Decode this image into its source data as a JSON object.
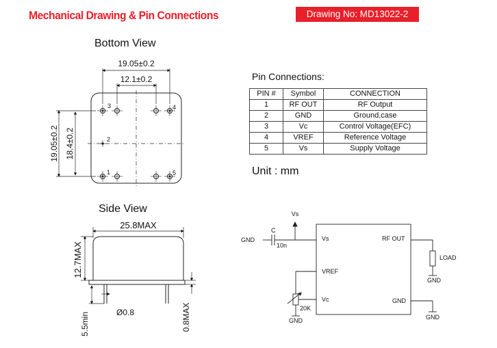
{
  "header": {
    "title": "Mechanical Drawing & Pin Connections",
    "drawing_no": "Drawing No: MD13022-2"
  },
  "bottom_view": {
    "title": "Bottom View",
    "dim_width_outer": "19.05±0.2",
    "dim_width_inner": "12.1±0.2",
    "dim_height_outer": "19.05±0.2",
    "dim_height_inner": "18.4±0.2",
    "pin_labels": [
      "1",
      "2",
      "3",
      "4",
      "5"
    ]
  },
  "side_view": {
    "title": "Side View",
    "dim_length": "25.8MAX",
    "dim_height": "12.7MAX",
    "dim_pin_length": "5.5min",
    "dim_pin_diameter": "Ø0.8",
    "dim_standoff": "0.8MAX"
  },
  "pin_connections": {
    "title": "Pin Connections:",
    "headers": [
      "PIN #",
      "Symbol",
      "CONNECTION"
    ],
    "rows": [
      [
        "1",
        "RF OUT",
        "RF Output"
      ],
      [
        "2",
        "GND",
        "Ground,case"
      ],
      [
        "3",
        "Vc",
        "Control Voltage(EFC)"
      ],
      [
        "4",
        "VREF",
        "Reference Voltage"
      ],
      [
        "5",
        "Vs",
        "Supply Voltage"
      ]
    ]
  },
  "unit": "Unit :  mm",
  "schematic": {
    "vs_top": "Vs",
    "cap_label": "C",
    "cap_value": "10n",
    "gnd_left": "GND",
    "pin_vs": "Vs",
    "pin_vref": "VREF",
    "pin_vc": "Vc",
    "pin_rfout": "RF OUT",
    "pin_gnd": "GND",
    "load_label": "LOAD",
    "gnd_load": "GND",
    "gnd_right": "GND",
    "pot_value": "20K",
    "gnd_pot": "GND"
  }
}
